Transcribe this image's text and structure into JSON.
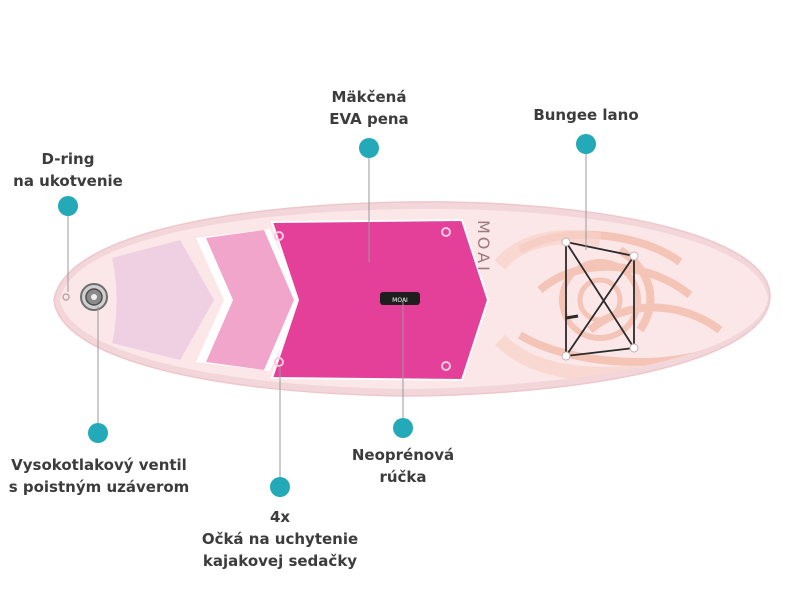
{
  "colors": {
    "marker": "#23a9b7",
    "leader_line": "#9a9a9a",
    "board_outline": "#f6d9dc",
    "board_body": "#f9e1e4",
    "deck_pad": "#e5409a",
    "chevron_light": "#efa3c8",
    "tail_pad": "#f0cce2",
    "text": "#3c3c3c"
  },
  "board": {
    "brand_logo": "MOAI",
    "handle_logo": "MOAI"
  },
  "labels": {
    "eva": [
      "Mäkčená",
      "EVA pena"
    ],
    "bungee": [
      "Bungee lano"
    ],
    "dring": [
      "D-ring",
      "na ukotvenie"
    ],
    "valve": [
      "Vysokotlakový ventil",
      "s poistným uzáverom"
    ],
    "rings": [
      "4x",
      "Očká na uchytenie",
      "kajakovej sedačky"
    ],
    "handle": [
      "Neoprénová",
      "rúčka"
    ]
  }
}
